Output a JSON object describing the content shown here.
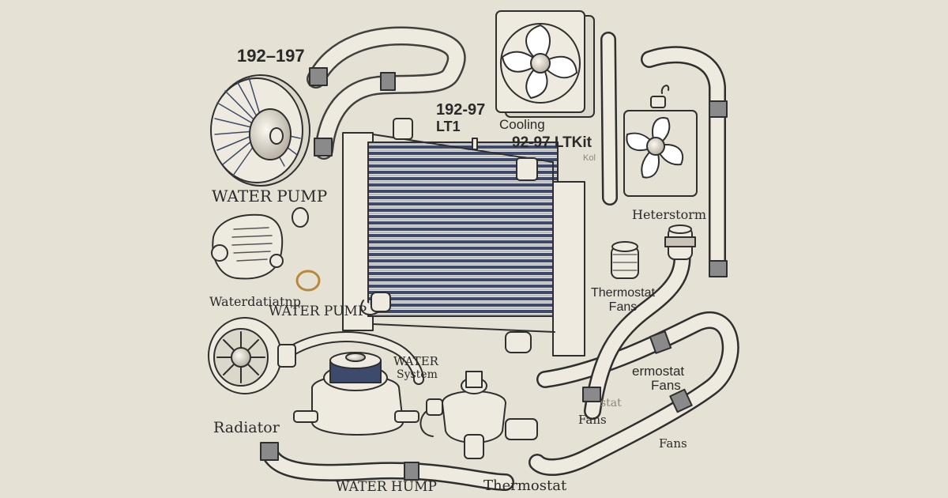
{
  "colors": {
    "background": "#e6e1d5",
    "line": "#2f2f2f",
    "part_fill": "#efeadf",
    "core_fin": "#3d4a6b",
    "shadow": "#c9c3b5"
  },
  "labels": {
    "model_years_top": "192–197",
    "model_years_center": "192-97",
    "engine_code": "LT1",
    "cooling": "Cooling",
    "kit_title": "92-97 LTKit",
    "kit_subtext": "Kol",
    "heater_storm": "Heterstorm",
    "water_pump_1": "WATER PUMP",
    "water_radiator_pump": "Waterdatiatnp",
    "water_pump_2": "WATER PUMP",
    "thermostat_fans": "Thermostat\nFans",
    "water_system_1": "WATER",
    "water_system_2": "System",
    "thermostat_fans_2_line1": "ermostat",
    "thermostat_fans_2_line2": "Fans",
    "fans_small_1": "stat",
    "fans_small_2": "Fans",
    "fans_right": "Fans",
    "radiator": "Radiator",
    "water_hump": "WATER HUMP",
    "thermostat_bottom": "Thermostat"
  },
  "parts": [
    {
      "name": "radiator",
      "icon": "radiator-icon"
    },
    {
      "name": "electric fan with shroud",
      "icon": "shroud-fan-icon"
    },
    {
      "name": "mechanical fan",
      "icon": "fan-icon"
    },
    {
      "name": "clutch fan",
      "icon": "clutch-fan-icon"
    },
    {
      "name": "water pump",
      "icon": "water-pump-icon"
    },
    {
      "name": "water pump housing",
      "icon": "pump-housing-icon"
    },
    {
      "name": "thermostat housing",
      "icon": "thermostat-icon"
    },
    {
      "name": "hoses",
      "icon": "hose-icon"
    }
  ]
}
